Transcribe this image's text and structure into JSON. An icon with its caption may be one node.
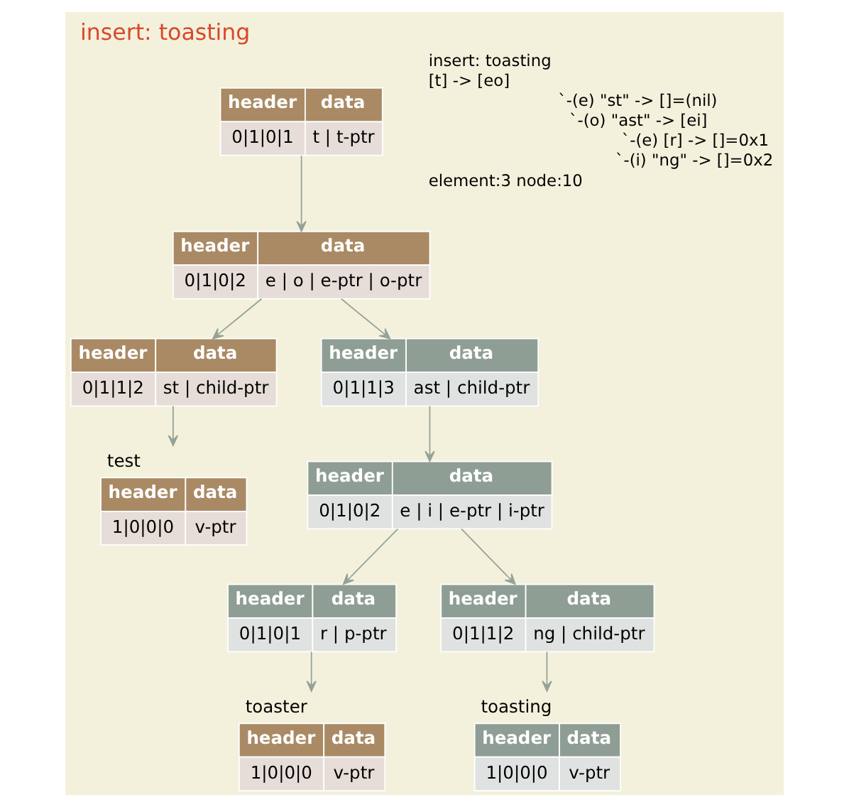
{
  "diagram": {
    "title": "insert: toasting",
    "nodes": [
      {
        "text": [
          "header",
          "data",
          "0|1|0|1",
          "t | t-ptr"
        ]
      },
      {
        "text": [
          "header",
          "data",
          "0|1|0|2",
          "e | o | e-ptr | o-ptr"
        ]
      },
      {
        "text": [
          "header",
          "data",
          "0|1|1|2",
          "st | child-ptr"
        ]
      },
      {
        "text": [
          "header",
          "data",
          "0|1|1|3",
          "ast | child-ptr"
        ]
      },
      {
        "text": [
          "test",
          "header",
          "data",
          "1|0|0|0",
          "v-ptr"
        ]
      },
      {
        "text": [
          "header",
          "data",
          "0|1|0|2",
          "e | i | e-ptr | i-ptr"
        ]
      },
      {
        "text": [
          "header",
          "data",
          "0|1|0|1",
          "r | p-ptr"
        ]
      },
      {
        "text": [
          "header",
          "data",
          "0|1|1|2",
          "ng | child-ptr"
        ]
      },
      {
        "text": [
          "toaster",
          "header",
          "data",
          "1|0|0|0",
          "v-ptr"
        ]
      },
      {
        "text": [
          "toasting",
          "header",
          "data",
          "1|0|0|0",
          "v-ptr"
        ]
      }
    ],
    "edges": [
      {
        "from": 0,
        "to": 1,
        "arrow": "to"
      },
      {
        "from": 1,
        "to": 2,
        "arrow": "to"
      },
      {
        "from": 1,
        "to": 3,
        "arrow": "to"
      },
      {
        "from": 2,
        "to": 4,
        "arrow": "to"
      },
      {
        "from": 3,
        "to": 5,
        "arrow": "to"
      },
      {
        "from": 5,
        "to": 6,
        "arrow": "to"
      },
      {
        "from": 5,
        "to": 7,
        "arrow": "to"
      },
      {
        "from": 6,
        "to": 8,
        "arrow": "to"
      },
      {
        "from": 7,
        "to": 9,
        "arrow": "to"
      }
    ],
    "labels": [
      "insert: toasting",
      "[t] -> [eo]",
      "`-(e) \"st\" -> []=(nil)",
      "`-(o) \"ast\" -> [ei]",
      "`-(e) [r] -> []=0x1",
      "`-(i) \"ng\" -> []=0x2",
      "element:3 node:10"
    ]
  }
}
